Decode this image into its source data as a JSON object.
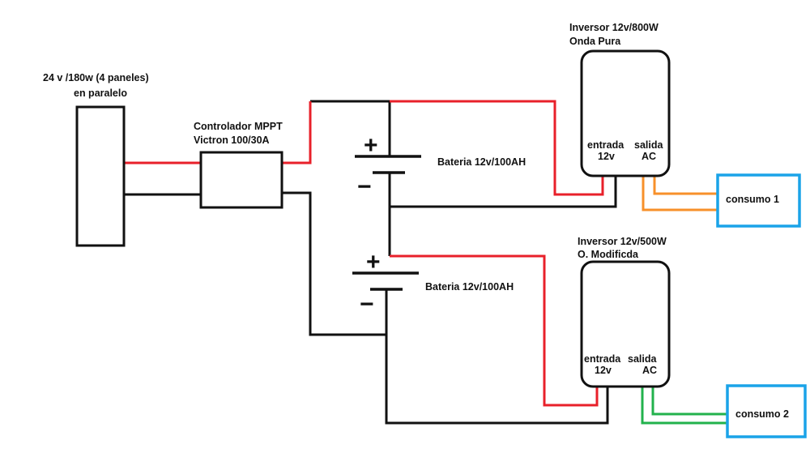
{
  "panels": {
    "line1": "24 v /180w  (4 paneles)",
    "line2": "en paralelo"
  },
  "controller": {
    "line1": "Controlador MPPT",
    "line2": "Victron 100/30A"
  },
  "battery1": {
    "label": "Bateria 12v/100AH",
    "plus": "+",
    "minus": "−"
  },
  "battery2": {
    "label": "Bateria 12v/100AH",
    "plus": "+",
    "minus": "−"
  },
  "inverter1": {
    "title1": "Inversor 12v/800W",
    "title2": "Onda Pura",
    "in_label": "entrada",
    "in_sub": "12v",
    "out_label": "salida",
    "out_sub": "AC"
  },
  "inverter2": {
    "title1": "Inversor 12v/500W",
    "title2": "O. Modificda",
    "in_label": "entrada",
    "in_sub": "12v",
    "out_label": "salida",
    "out_sub": "AC"
  },
  "load1": {
    "label": "consumo 1"
  },
  "load2": {
    "label": "consumo 2"
  },
  "colors": {
    "positive": "#e8202a",
    "negative": "#111111",
    "ac1": "#f7902a",
    "ac2": "#22b24c",
    "load_border": "#1aa3e8"
  }
}
